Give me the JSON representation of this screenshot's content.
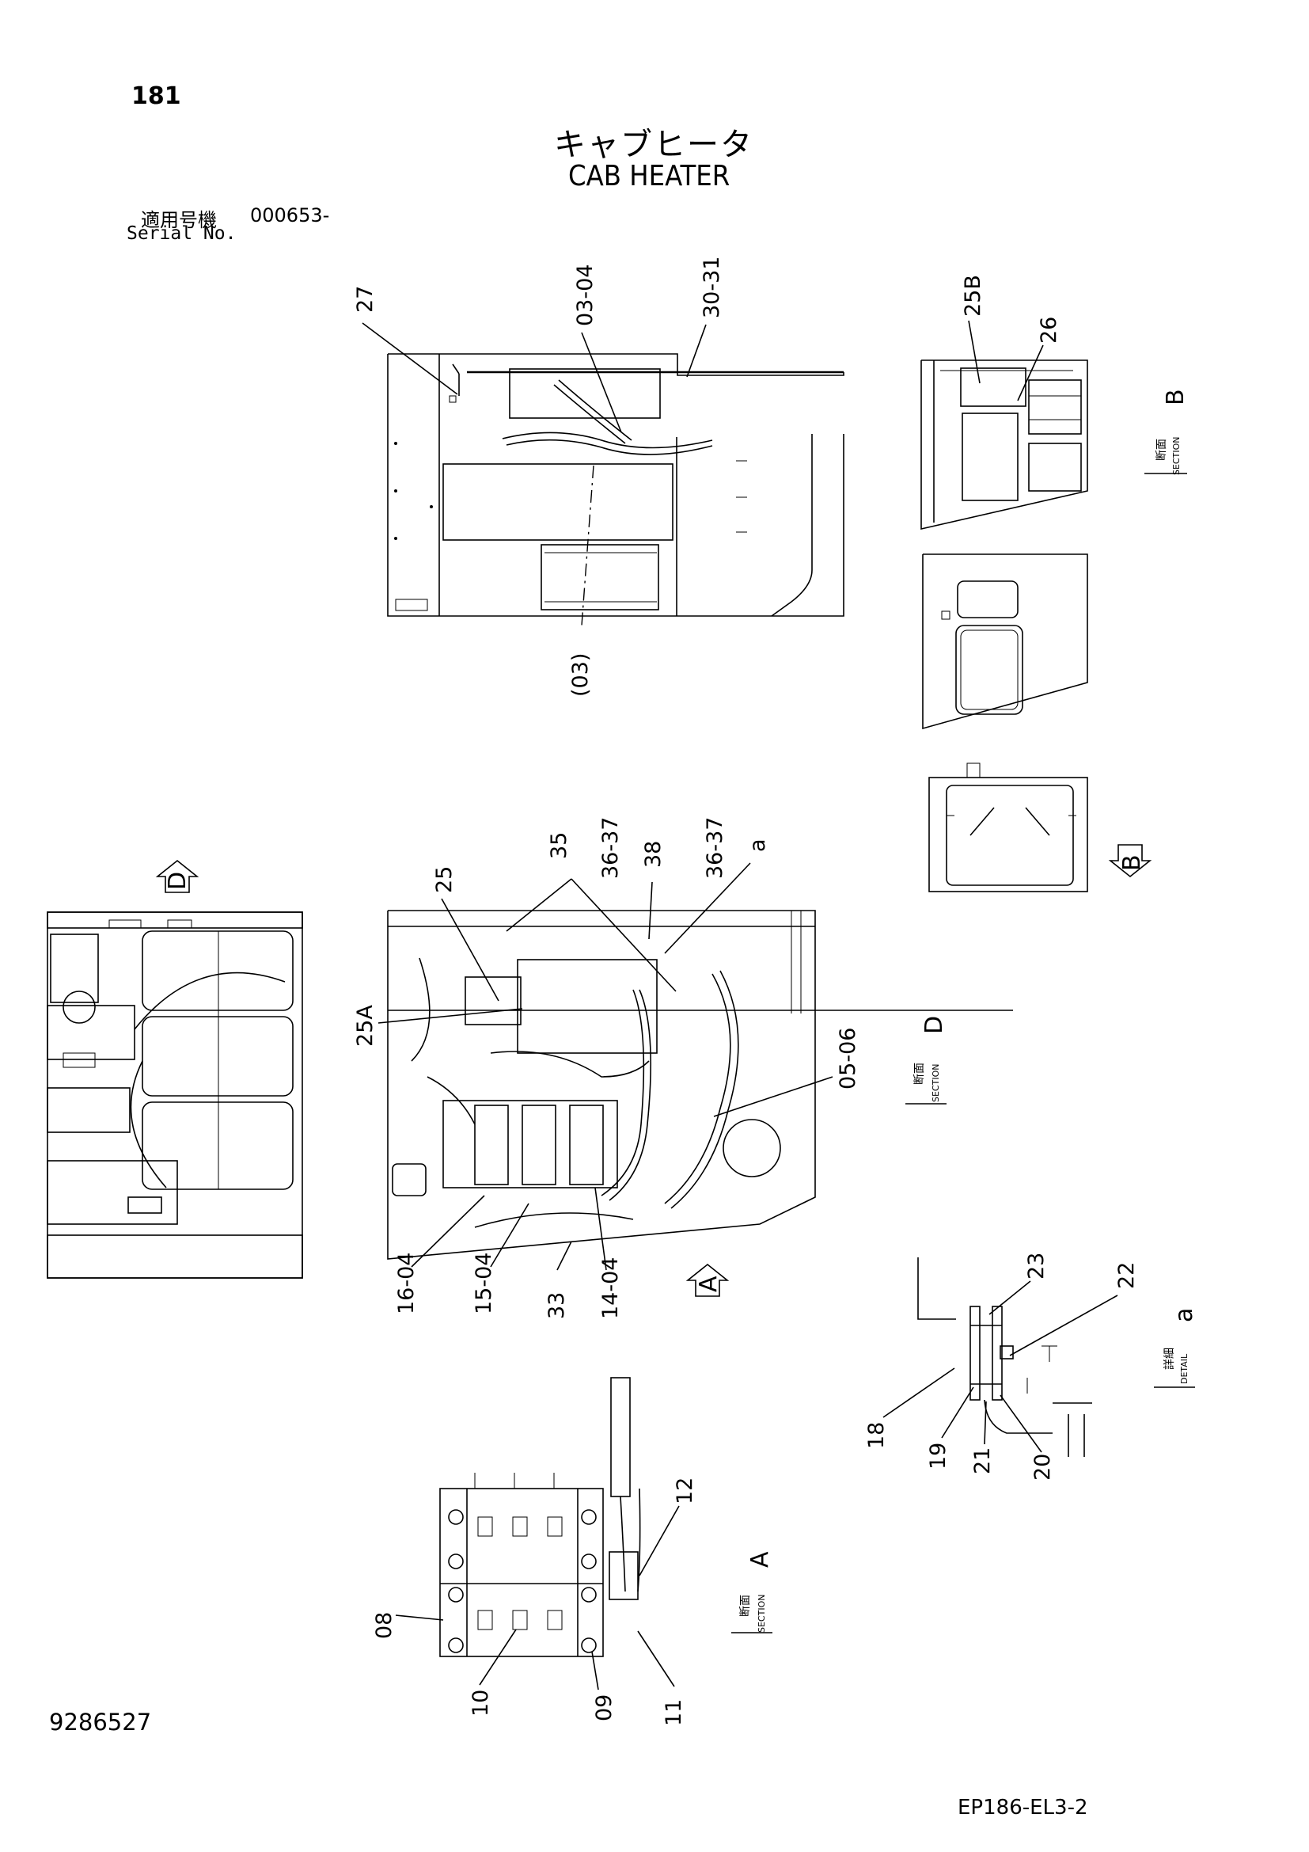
{
  "page_number": "181",
  "title": {
    "jp": "キャブヒータ",
    "en": "CAB HEATER"
  },
  "serial": {
    "label_jp": "適用号機",
    "label_en": "Serial No.",
    "value": "000653-"
  },
  "drawing_number": "9286527",
  "reference_code": "EP186-EL3-2",
  "callouts": {
    "c27": "27",
    "c03_04": "03-04",
    "c30_31": "30-31",
    "c03p": "(03)",
    "c25B": "25B",
    "c26": "26",
    "c25": "25",
    "c25A": "25A",
    "c35": "35",
    "c35_36_37": "36-37",
    "c38": "38",
    "c38_36_37": "36-37",
    "ca": "a",
    "c05_06": "05-06",
    "c16_04": "16-04",
    "c15_04": "15-04",
    "c33": "33",
    "c14_04": "14-04",
    "c23": "23",
    "c22": "22",
    "c18": "18",
    "c19": "19",
    "c21": "21",
    "c20": "20",
    "c12": "12",
    "c08": "08",
    "c10": "10",
    "c09": "09",
    "c11": "11"
  },
  "section_labels": {
    "B": {
      "letter": "B",
      "en": "SECTION",
      "jp": "断面"
    },
    "D": {
      "letter": "D",
      "en": "SECTION",
      "jp": "断面"
    },
    "A": {
      "letter": "A",
      "en": "SECTION",
      "jp": "断面"
    },
    "a": {
      "letter": "a",
      "en": "DETAIL",
      "jp": "詳細"
    }
  },
  "view_arrows": {
    "D": "D",
    "B": "B",
    "A": "A"
  }
}
